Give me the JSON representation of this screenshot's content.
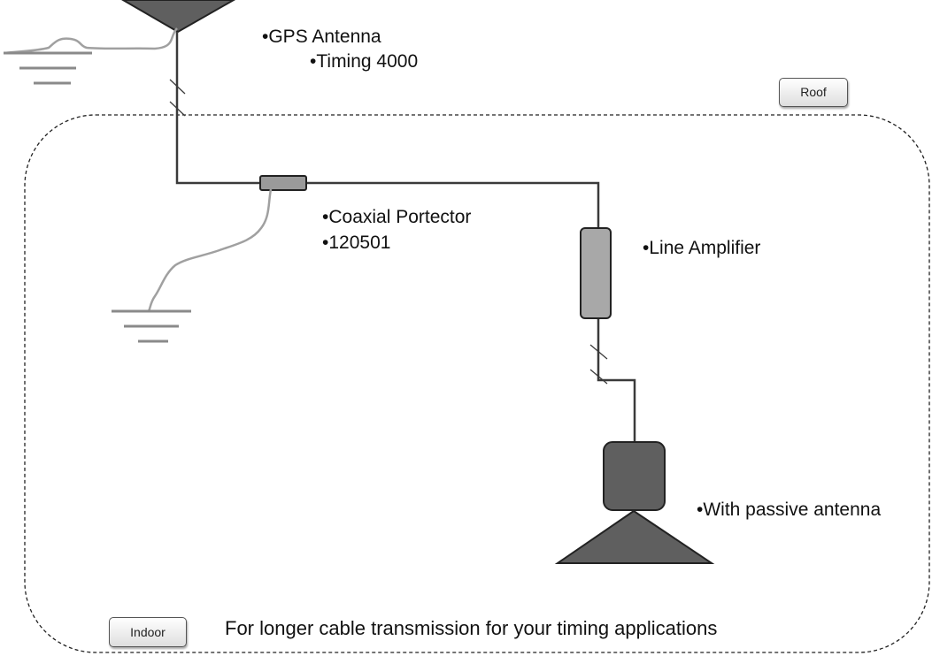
{
  "labels": {
    "gps_antenna": "•GPS Antenna",
    "timing": "•Timing 4000",
    "coaxial_protector": "•Coaxial Portector",
    "protector_model": "•120501",
    "line_amplifier": "•Line Amplifier",
    "passive_antenna": "•With passive antenna"
  },
  "tags": {
    "roof": "Roof",
    "indoor": "Indoor"
  },
  "caption": "For longer cable transmission for your timing applications",
  "colors": {
    "cable": "#3a3a3a",
    "antenna_fill": "#5f5f5f",
    "protector_fill": "#9a9a9a",
    "amplifier_fill": "#a8a8a8",
    "ground_line": "#8a8a8a",
    "ground_wire": "#a0a0a0"
  }
}
